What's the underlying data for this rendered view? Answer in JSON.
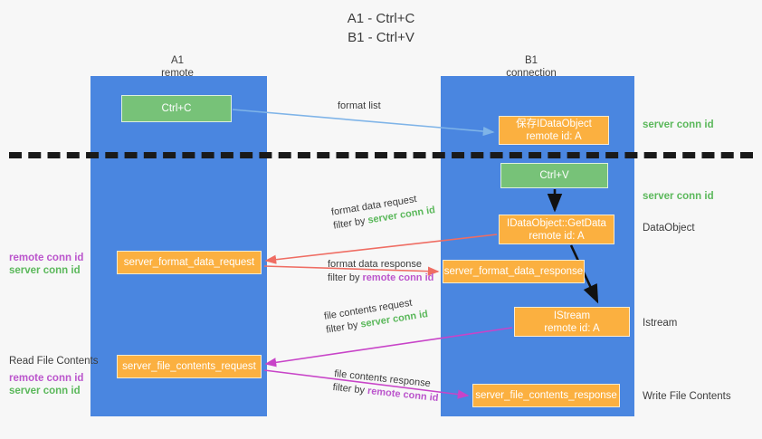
{
  "title": {
    "line1": "A1 - Ctrl+C",
    "line2": "B1 - Ctrl+V"
  },
  "columns": {
    "left": {
      "name": "A1",
      "role": "remote"
    },
    "right": {
      "name": "B1",
      "role": "connection"
    }
  },
  "nodes": {
    "ctrl_c": {
      "label": "Ctrl+C"
    },
    "save_idataobject": {
      "line1": "保存IDataObject",
      "line2": "remote id: A"
    },
    "ctrl_v": {
      "label": "Ctrl+V"
    },
    "getdata": {
      "line1": "IDataObject::GetData",
      "line2": "remote id: A"
    },
    "istream": {
      "line1": "IStream",
      "line2": "remote id: A"
    },
    "server_format_data_request": {
      "label": "server_format_data_request"
    },
    "server_format_data_response": {
      "label": "server_format_data_response"
    },
    "server_file_contents_request": {
      "label": "server_file_contents_request"
    },
    "server_file_contents_response": {
      "label": "server_file_contents_response"
    }
  },
  "edges": {
    "format_list": {
      "label": "format list"
    },
    "format_data_request": {
      "label": "format data request",
      "filter_prefix": "filter by ",
      "filter_key": "server conn id"
    },
    "format_data_response": {
      "label": "format data response",
      "filter_prefix": "filter by ",
      "filter_key": "remote conn id"
    },
    "file_contents_request": {
      "label": "file contents request",
      "filter_prefix": "filter by ",
      "filter_key": "server conn id"
    },
    "file_contents_response": {
      "label": "file contents response",
      "filter_prefix": "filter by ",
      "filter_key": "remote conn id"
    }
  },
  "annotations": {
    "server_conn_id_top": "server conn id",
    "server_conn_id_mid": "server conn id",
    "dataobject": "DataObject",
    "istream": "Istream",
    "write_file_contents": "Write File Contents",
    "read_file_contents": "Read File Contents",
    "remote_conn_id": "remote conn id",
    "server_conn_id": "server conn id"
  },
  "colors": {
    "lane": "#4a86e0",
    "green_node": "#77c278",
    "orange_node": "#fbb040",
    "server_conn_id": "#5bb85b",
    "remote_conn_id": "#bb55cc",
    "arrow_blue": "#7fb4e8",
    "arrow_red": "#ef6d63",
    "arrow_magenta": "#c844c8",
    "arrow_black": "#111111",
    "background": "#f7f7f7"
  }
}
